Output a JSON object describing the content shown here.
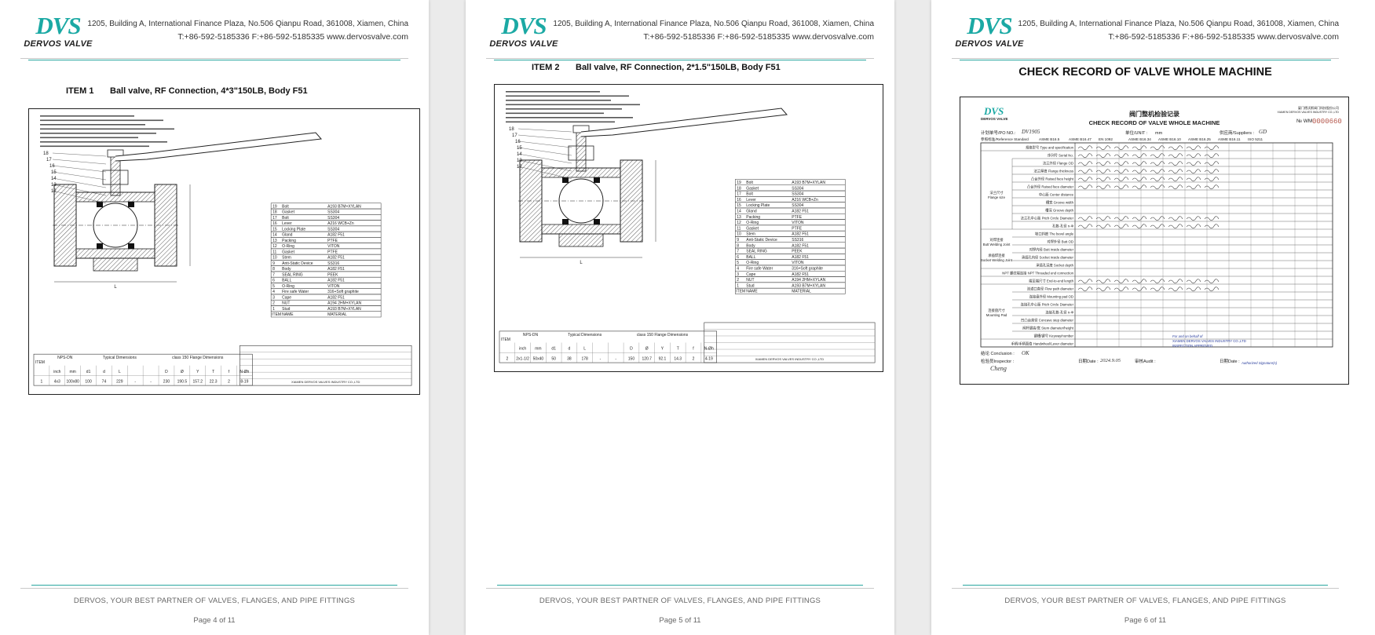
{
  "company": {
    "logo_mark": "DVS",
    "logo_name": "DERVOS VALVE",
    "address": "1205, Building A, International Finance Plaza, No.506 Qianpu Road, 361008, Xiamen, China",
    "contact": "T:+86-592-5185336   F:+86-592-5185335   www.dervosvalve.com",
    "tagline": "DERVOS, YOUR BEST PARTNER OF VALVES, FLANGES, AND PIPE FITTINGS"
  },
  "pages": [
    {
      "item_label": "ITEM 1",
      "item_desc": "Ball valve, RF Connection, 4*3\"150LB, Body F51",
      "page_label": "Page 4 of 11"
    },
    {
      "item_label": "ITEM 2",
      "item_desc": "Ball valve, RF Connection, 2*1.5\"150LB, Body F51",
      "page_label": "Page 5 of 11"
    },
    {
      "check_title": "CHECK RECORD OF VALVE WHOLE MACHINE",
      "page_label": "Page 6 of 11"
    }
  ],
  "drawing1": {
    "parts": [
      [
        "19",
        "Bolt",
        "A193 B7M+XYLAN"
      ],
      [
        "18",
        "Gasket",
        "SS304"
      ],
      [
        "17",
        "Bolt",
        "SS304"
      ],
      [
        "16",
        "Lever",
        "A216 WCB+Zn"
      ],
      [
        "15",
        "Locking Plate",
        "SS304"
      ],
      [
        "14",
        "Gland",
        "A182 F51"
      ],
      [
        "13",
        "Packing",
        "PTFE"
      ],
      [
        "12",
        "O-Ring",
        "VITON"
      ],
      [
        "11",
        "Gasket",
        "PTFE"
      ],
      [
        "10",
        "Stem",
        "A182 F51"
      ],
      [
        "9",
        "Anti-Static Device",
        "SS316"
      ],
      [
        "8",
        "Body",
        "A182 F51"
      ],
      [
        "7",
        "SEAL RING",
        "PEEK"
      ],
      [
        "6",
        "BALL",
        "A182 F51"
      ],
      [
        "5",
        "O-Ring",
        "VITON"
      ],
      [
        "4",
        "Fire safe Water",
        "316+Soft graphite"
      ],
      [
        "3",
        "Cape",
        "A182 F51"
      ],
      [
        "2",
        "NUT",
        "A194 2HM+XYLAN"
      ],
      [
        "1",
        "Stud",
        "A193 B7M+XYLAN"
      ]
    ],
    "parts_header": [
      "ITEM",
      "NAME",
      "MATERIAL"
    ],
    "dim_headers": [
      "ITEM",
      "NPS-DN",
      "Typical Dimensions",
      "class 150 Flange Dimensions"
    ],
    "dim_sub": [
      "inch",
      "mm",
      "d1",
      "d",
      "L",
      "",
      "",
      "D",
      "Ø",
      "Y",
      "T",
      "f",
      "N-Øh"
    ],
    "dim_row": [
      "1",
      "4x3",
      "100x80",
      "100",
      "74",
      "229",
      "-",
      "-",
      "230",
      "190.5",
      "157.2",
      "22.3",
      "2",
      "8-19"
    ],
    "company_block": "XIAMEN DERVOS VALVES INDUSTRY CO.,LTD"
  },
  "drawing2": {
    "parts": [
      [
        "19",
        "Bolt",
        "A193 B7M+XYLAN"
      ],
      [
        "18",
        "Gasket",
        "SS304"
      ],
      [
        "17",
        "Bolt",
        "SS304"
      ],
      [
        "16",
        "Lever",
        "A216 WCB+Zn"
      ],
      [
        "15",
        "Locking Plate",
        "SS304"
      ],
      [
        "14",
        "Gland",
        "A182 F51"
      ],
      [
        "13",
        "Packing",
        "PTFE"
      ],
      [
        "12",
        "O-Ring",
        "VITON"
      ],
      [
        "11",
        "Gasket",
        "PTFE"
      ],
      [
        "10",
        "Stem",
        "A182 F51"
      ],
      [
        "9",
        "Anti-Static Device",
        "SS316"
      ],
      [
        "8",
        "Body",
        "A182 F51"
      ],
      [
        "7",
        "SEAL RING",
        "PEEK"
      ],
      [
        "6",
        "BALL",
        "A182 F51"
      ],
      [
        "5",
        "O-Ring",
        "VITON"
      ],
      [
        "4",
        "Fire safe Water",
        "316+Soft graphite"
      ],
      [
        "3",
        "Cape",
        "A182 F51"
      ],
      [
        "2",
        "NUT",
        "A194 2HM+XYLAN"
      ],
      [
        "1",
        "Stud",
        "A193 B7M+XYLAN"
      ]
    ],
    "parts_header": [
      "ITEM",
      "NAME",
      "MATERIAL"
    ],
    "dim_headers": [
      "ITEM",
      "NPS-DN",
      "Typical Dimensions",
      "class 150 Flange Dimensions"
    ],
    "dim_sub": [
      "inch",
      "mm",
      "d1",
      "d",
      "L",
      "",
      "",
      "D",
      "Ø",
      "Y",
      "T",
      "f",
      "N-Øh"
    ],
    "dim_row": [
      "2",
      "2x1-1/2",
      "50x40",
      "50",
      "38",
      "178",
      "-",
      "-",
      "150",
      "120.7",
      "92.1",
      "14.3",
      "2",
      "4-19"
    ],
    "company_block": "XIAMEN DERVOS VALVES INDUSTRY CO.,LTD"
  },
  "record": {
    "logo_mark": "DVS",
    "logo_name": "DERVOS VALVE",
    "cn_title": "阀门整机检验记录",
    "en_title": "CHECK RECORD OF VALVE WHOLE MACHINE",
    "company_cn": "厦门德沃斯阀门科技股份公司",
    "company_en": "XIAMEN DERVOS VALVES INDUSTRY CO.,LTD",
    "no_label": "№ WM",
    "serial": "0000660",
    "po_label": "计划单号/PO NO.:",
    "po_value": "DV1905",
    "unit_label": "单位/UNIT :",
    "unit_value": "mm",
    "supplier_label": "供应商/Suppliers :",
    "supplier_value": "GD",
    "standard_label": "参照标准/Reference Standard",
    "standards": [
      "ASME B16.5",
      "ASME B16.47",
      "EN 1092",
      "ASME B16.34",
      "ASME B16.10",
      "ASME B16.25",
      "ASME B16.11",
      "ISO 5211"
    ],
    "rows": [
      "规格型号 Type and specification",
      "序列号 Serial No.",
      "法兰外径 Flange OD",
      "法兰厚度 Flange thickness",
      "凸台外径 Raised face height",
      "凸台外径 Raised face diameter",
      "中心距 Center distance",
      "槽宽 Groove width",
      "槽深 Groove depth",
      "法兰孔中心距 Pitch Circle Diameter",
      "孔数-孔径 n-Φ",
      "坡口斜度 The bevel angle",
      "对焊外径 Butt OD",
      "对焊内径 Butt inside diameter",
      "承插孔内径 Socket inside diameter",
      "承插孔深度 Socket depth",
      "NPT 螺纹端连接 NPT Threaded end connection",
      "端至端尺寸 End-to-end length",
      "流道口直径 Flow path diameter",
      "连接盘外径 Mounting pad OD",
      "连接孔中心距 Pitch Circle Diameter",
      "连接孔数-孔径 n-Φ",
      "凹凸台直径 Concave step diameter",
      "阀杆键高/宽 Stem diameter/height",
      "键槽/键号 Keyway/number",
      "手柄/手柄面值 Handwheel/Lever diameter"
    ],
    "group_flange": "法兰尺寸\nFlange size",
    "group_butt": "对焊连接\nButt Welding Joint",
    "group_socket": "承插焊连接\nSocket Welding Joint",
    "group_mount": "连接盘尺寸\nMounting Pad",
    "conclusion_label": "结论 Conclusion :",
    "conclusion_value": "OK",
    "inspector_label": "检验员Inspector :",
    "inspector_value": "Cheng",
    "date_label": "日期Date :",
    "date_value": "2024.9.05",
    "audit_label": "审核Audit :",
    "date2_label": "日期Date :",
    "stamp_line1": "For and on behalf of",
    "stamp_line2": "XIAMEN DERVOS VALVES INDUSTRY CO.,LTD",
    "stamp_line3": "INSPECTION APPROVED",
    "stamp_sign": "Authorized Signature(s)"
  }
}
